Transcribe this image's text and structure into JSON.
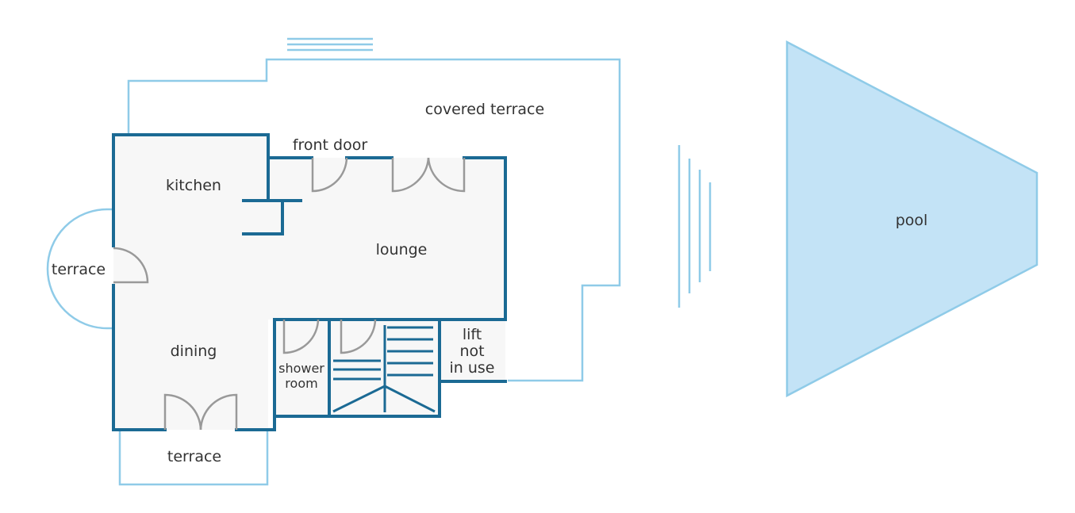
{
  "labels": {
    "covered_terrace": "covered terrace",
    "front_door": "front door",
    "kitchen": "kitchen",
    "lounge": "lounge",
    "terrace_left": "terrace",
    "dining": "dining",
    "shower_line1": "shower",
    "shower_line2": "room",
    "lift_line1": "lift",
    "lift_line2": "not",
    "lift_line3": "in use",
    "terrace_bottom": "terrace",
    "pool": "pool"
  },
  "colors": {
    "wall": "#1b6a94",
    "outline": "#8fcbe8",
    "pool_fill": "#c3e3f6",
    "floor": "#f7f7f7",
    "door": "#999999"
  }
}
